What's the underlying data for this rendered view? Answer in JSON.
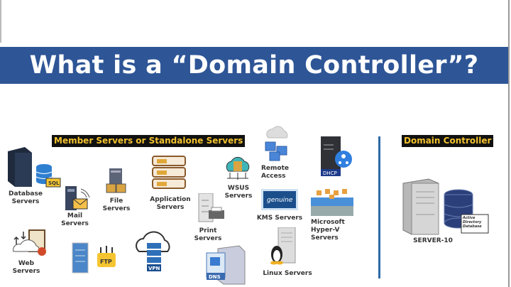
{
  "title": "What is a “Domain Controller”?",
  "member_section": {
    "heading": "Member Servers or Standalone Servers",
    "servers": [
      {
        "line1": "Database",
        "line2": "Servers",
        "icon": "database-server-icon",
        "badge": "SQL"
      },
      {
        "line1": "Mail",
        "line2": "Servers",
        "icon": "mail-server-icon"
      },
      {
        "line1": "File",
        "line2": "Servers",
        "icon": "file-server-icon"
      },
      {
        "line1": "Application",
        "line2": "Servers",
        "icon": "application-server-icon"
      },
      {
        "line1": "WSUS",
        "line2": "Servers",
        "icon": "wsus-cloud-icon"
      },
      {
        "line1": "Remote",
        "line2": "Access",
        "icon": "remote-access-icon"
      },
      {
        "line1": "Print",
        "line2": "Servers",
        "icon": "print-server-icon"
      },
      {
        "line1": "KMS Servers",
        "line2": "",
        "icon": "kms-genuine-icon"
      },
      {
        "line1": "Microsoft",
        "line2": "Hyper-V",
        "line3": "Servers",
        "icon": "hyper-v-icon"
      },
      {
        "line1": "Web",
        "line2": "Servers",
        "icon": "web-server-icon"
      },
      {
        "line1": "Linux Servers",
        "line2": "",
        "icon": "linux-server-icon"
      }
    ],
    "badges": {
      "dhcp": "DHCP",
      "ftp": "FTP",
      "vpn": "VPN",
      "dns": "DNS"
    }
  },
  "dc_section": {
    "heading": "Domain Controller",
    "db_label_1": "Active",
    "db_label_2": "Directory",
    "db_label_3": "Database",
    "server_name": "SERVER-10"
  },
  "colors": {
    "banner": "#2e5596",
    "tag_text": "#f2c12e",
    "divider": "#2e6aa8"
  }
}
